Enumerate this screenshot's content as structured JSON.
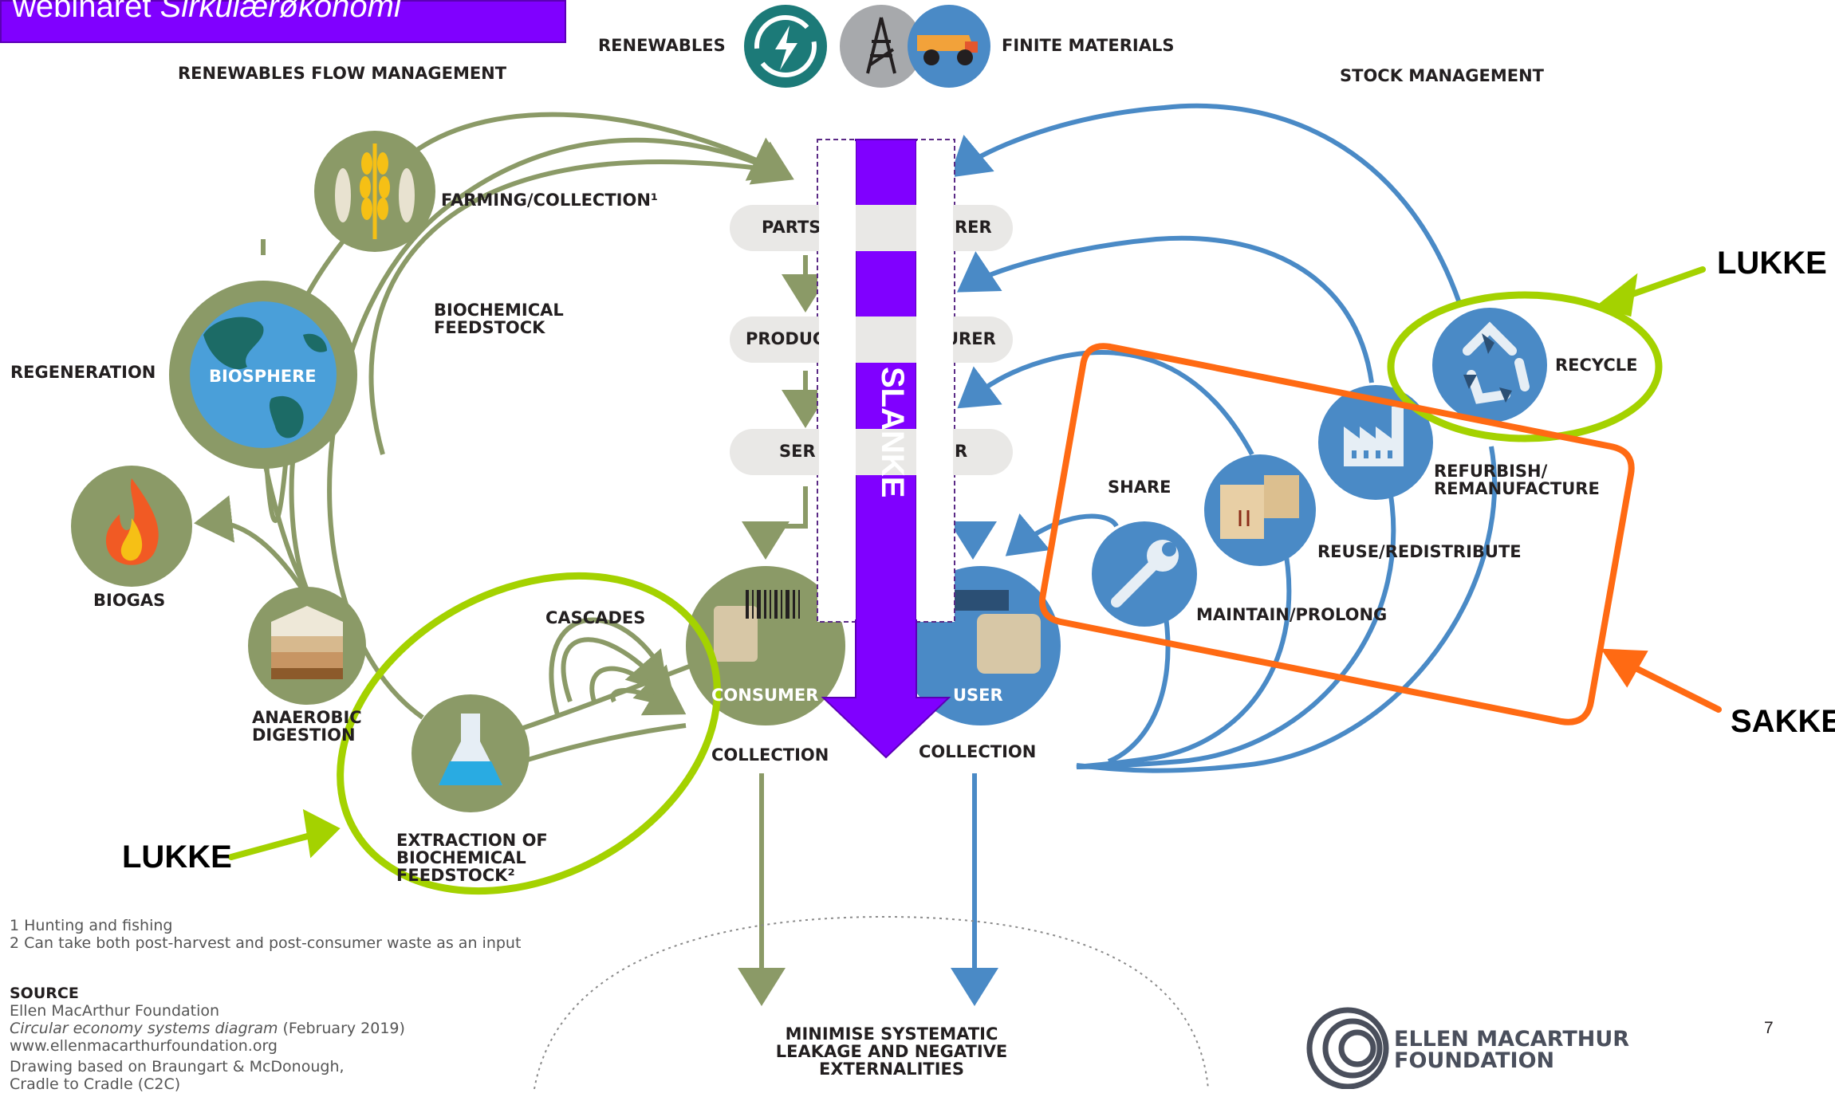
{
  "slide": {
    "title_plain": "webinaret ",
    "title_italic": "Sirkulærøkonomi",
    "page_number": "7"
  },
  "top": {
    "renewables": "RENEWABLES",
    "finite_materials": "FINITE MATERIALS",
    "renewables_flow": "RENEWABLES FLOW MANAGEMENT",
    "stock_management": "STOCK MANAGEMENT"
  },
  "biological": {
    "farming": "FARMING/COLLECTION¹",
    "biochemical_feedstock": [
      "BIOCHEMICAL",
      "FEEDSTOCK"
    ],
    "regeneration": "REGENERATION",
    "biosphere": "BIOSPHERE",
    "biogas": "BIOGAS",
    "anaerobic": [
      "ANAEROBIC",
      "DIGESTION"
    ],
    "cascades": "CASCADES",
    "extraction": [
      "EXTRACTION OF",
      "BIOCHEMICAL",
      "FEEDSTOCK²"
    ],
    "consumer": "CONSUMER",
    "collection": "COLLECTION"
  },
  "center": {
    "parts": "PARTS",
    "parts_right": "RER",
    "product": "PRODUC",
    "product_right": "URER",
    "service": "SER",
    "service_right": "R",
    "slanke": "SLANKE",
    "minimise": [
      "MINIMISE SYSTEMATIC",
      "LEAKAGE AND NEGATIVE",
      "EXTERNALITIES"
    ]
  },
  "technical": {
    "user": "USER",
    "collection": "COLLECTION",
    "share": "SHARE",
    "maintain": "MAINTAIN/PROLONG",
    "reuse": "REUSE/REDISTRIBUTE",
    "refurbish": [
      "REFURBISH/",
      "REMANUFACTURE"
    ],
    "recycle": "RECYCLE"
  },
  "annotations": {
    "lukke_right": "LUKKE",
    "lukke_left": "LUKKE",
    "sakke": "SAKKE"
  },
  "footnotes": {
    "note1": "1 Hunting and fishing",
    "note2": "2 Can take both post-harvest and post-consumer waste as an input",
    "source_heading": "SOURCE",
    "source_org": "Ellen MacArthur Foundation",
    "source_title": "Circular economy systems diagram",
    "source_date": " (February 2019)",
    "source_url": "www.ellenmacarthurfoundation.org",
    "drawing_line1": "Drawing based on Braungart & McDonough,",
    "drawing_line2": "Cradle to Cradle (C2C)"
  },
  "logo": [
    "ELLEN MACARTHUR",
    "FOUNDATION"
  ],
  "colors": {
    "bio_green": "#8b9a67",
    "tech_blue": "#4a8ac6",
    "purple": "#8000ff",
    "lime": "#a4d200",
    "orange": "#ff6a13",
    "teal": "#1c7a78"
  },
  "icons": [
    "renewable-energy-icon",
    "oil-derrick-icon",
    "mining-truck-icon",
    "wheat-fish-icon",
    "globe-icon",
    "flame-icon",
    "soil-layers-icon",
    "flask-icon",
    "wrench-icon",
    "boxes-icon",
    "factory-icon",
    "recycle-icon",
    "barcode-icon"
  ]
}
